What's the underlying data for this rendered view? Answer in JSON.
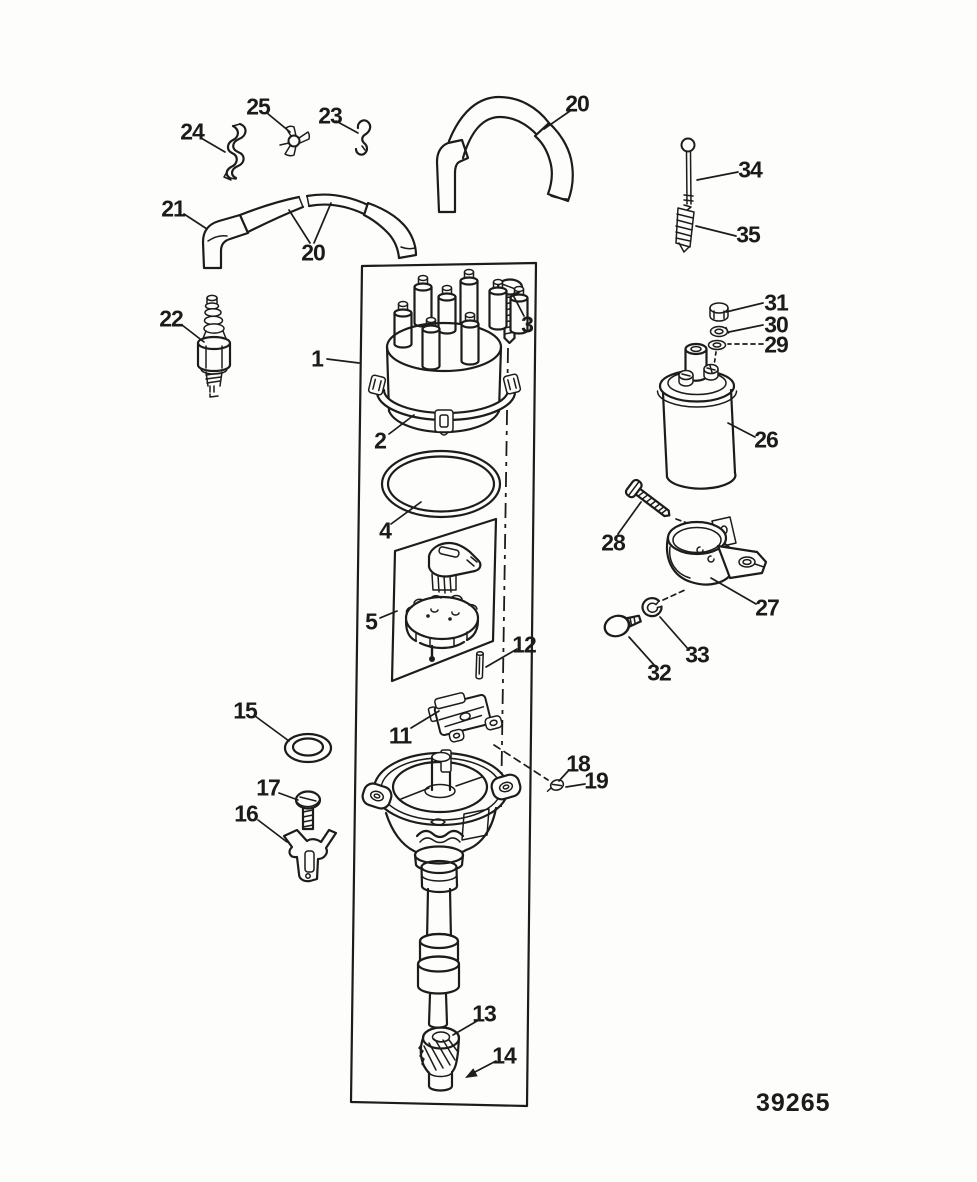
{
  "meta": {
    "drawing_number": "39265"
  },
  "colors": {
    "ink": "#1c1c1c",
    "paper": "#fdfdfb"
  },
  "callouts": {
    "c1": {
      "label": "1"
    },
    "c2": {
      "label": "2"
    },
    "c3": {
      "label": "3"
    },
    "c4": {
      "label": "4"
    },
    "c5": {
      "label": "5"
    },
    "c11": {
      "label": "11"
    },
    "c12": {
      "label": "12"
    },
    "c13": {
      "label": "13"
    },
    "c14": {
      "label": "14"
    },
    "c15": {
      "label": "15"
    },
    "c16": {
      "label": "16"
    },
    "c17": {
      "label": "17"
    },
    "c18": {
      "label": "18"
    },
    "c19": {
      "label": "19"
    },
    "c20_top": {
      "label": "20"
    },
    "c20_mid": {
      "label": "20"
    },
    "c21": {
      "label": "21"
    },
    "c22": {
      "label": "22"
    },
    "c23": {
      "label": "23"
    },
    "c24": {
      "label": "24"
    },
    "c25": {
      "label": "25"
    },
    "c26": {
      "label": "26"
    },
    "c27": {
      "label": "27"
    },
    "c28": {
      "label": "28"
    },
    "c29": {
      "label": "29"
    },
    "c30": {
      "label": "30"
    },
    "c31": {
      "label": "31"
    },
    "c32": {
      "label": "32"
    },
    "c33": {
      "label": "33"
    },
    "c34": {
      "label": "34"
    },
    "c35": {
      "label": "35"
    }
  }
}
